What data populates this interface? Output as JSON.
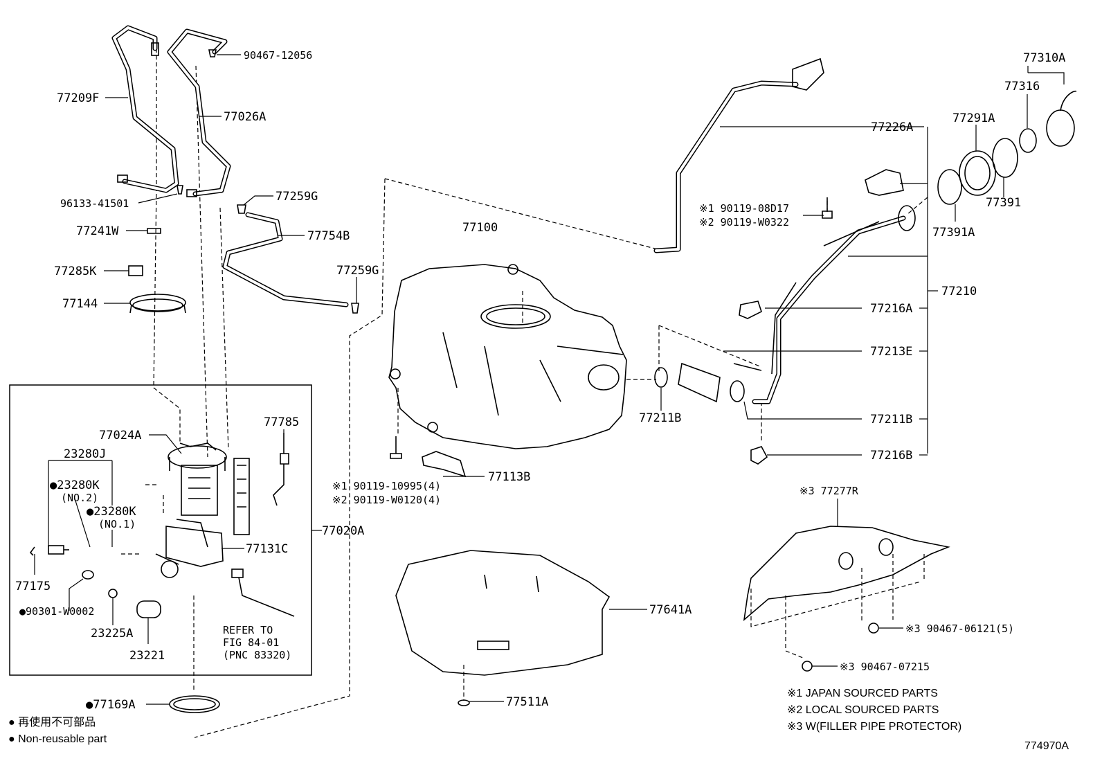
{
  "labels": {
    "p77209F": "77209F",
    "p90467_12056": "90467-12056",
    "p77026A": "77026A",
    "p96133_41501": "96133-41501",
    "p77241W": "77241W",
    "p77285K": "77285K",
    "p77144": "77144",
    "p77259G_top": "77259G",
    "p77754B": "77754B",
    "p77259G_mid": "77259G",
    "p77100": "77100",
    "p77226A": "77226A",
    "p77310A": "77310A",
    "p77316": "77316",
    "p77291A": "77291A",
    "p77391": "77391",
    "p77391A": "77391A",
    "p90119_08D17": "※1 90119-08D17",
    "p90119_W0322": "※2 90119-W0322",
    "p77210": "77210",
    "p77216A": "77216A",
    "p77213E": "77213E",
    "p77211B_left": "77211B",
    "p77211B_right": "77211B",
    "p77216B": "77216B",
    "p77024A": "77024A",
    "p23280J": "23280J",
    "p23280K_no2": "●23280K",
    "no2": "(NO.2)",
    "p23280K_no1": "●23280K",
    "no1": "(NO.1)",
    "p77785": "77785",
    "p77020A": "77020A",
    "p77131C": "77131C",
    "p77175": "77175",
    "p90301_W0002": "●90301-W0002",
    "p23225A": "23225A",
    "p23221": "23221",
    "refer1": "REFER TO",
    "refer2": "FIG 84-01",
    "refer3": "(PNC 83320)",
    "p90119_10995": "※1 90119-10995(4)",
    "p90119_W0120": "※2 90119-W0120(4)",
    "p77113B": "77113B",
    "p77277R": "※3 77277R",
    "p77641A": "77641A",
    "p90467_06121": "※3 90467-06121(5)",
    "p90467_07215": "※3 90467-07215",
    "p77511A": "77511A",
    "p77169A": "●77169A"
  },
  "legend": {
    "jp": "● 再使用不可部品",
    "en": "● Non-reusable part"
  },
  "notes": {
    "n1": "※1 JAPAN SOURCED PARTS",
    "n2": "※2 LOCAL SOURCED PARTS",
    "n3": "※3 W(FILLER PIPE PROTECTOR)"
  },
  "figure_id": "774970A"
}
